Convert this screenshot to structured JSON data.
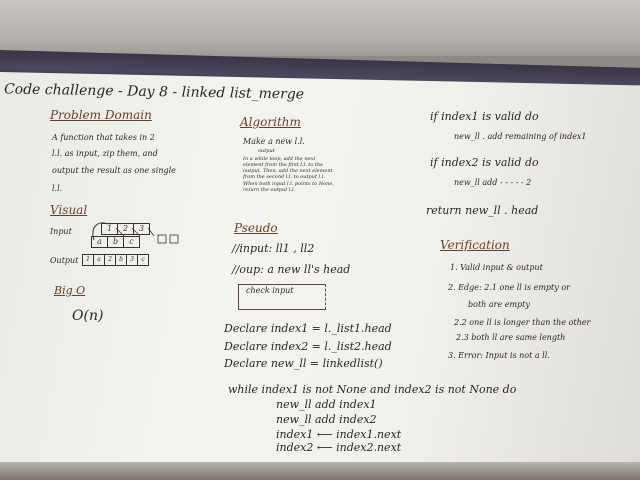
{
  "title": "Code challenge - Day 8 - linked list_merge",
  "problem_domain": {
    "heading": "Problem Domain",
    "lines": [
      "A function that takes in 2",
      "l.l. as input, zip them, and",
      "output the result as one single",
      "l.l."
    ]
  },
  "visual": {
    "heading": "Visual",
    "input_label": "Input",
    "list_one": [
      "1",
      "2",
      "3"
    ],
    "list_two": [
      "a",
      "b",
      "c"
    ],
    "output_label": "Output",
    "output_list": [
      "1",
      "a",
      "2",
      "b",
      "3",
      "c"
    ]
  },
  "big_o": {
    "heading": "Big O",
    "value": "O(n)"
  },
  "algorithm": {
    "heading": "Algorithm",
    "lines": [
      "Make a new l.l.",
      "output",
      "In a while loop, add the next",
      "element from the first l.l. to the",
      "output. Then, add the next element",
      "from the second l.l. to output l.l.",
      "When both input l.l. points to None,",
      "return the output l.l."
    ]
  },
  "pseudo": {
    "heading": "Pseudo",
    "input_line": "//input: ll1 , ll2",
    "output_line": "//oup: a new ll's head",
    "check_input": "check input",
    "declarations": [
      "Declare  index1 = l._list1.head",
      "Declare  index2 = l._list2.head",
      "Declare  new_ll = linkedlist()"
    ],
    "while_line": "while   index1 is not None and index2 is not None do",
    "loop_body": [
      "new_ll    add    index1",
      "new_ll    add    index2",
      "index1  ⟵ index1.next",
      "index2  ⟵ index2.next"
    ]
  },
  "tail": {
    "if_index1": "if   index1  is valid do",
    "index1_action": "new_ll . add remaining of index1",
    "if_index2": "if   index2  is  valid  do",
    "index2_action": "new_ll  add   -  -  -  -  -  2",
    "return_line": "return  new_ll . head"
  },
  "verification": {
    "heading": "Verification",
    "lines": [
      "1. Valid input & output",
      "2. Edge: 2.1 one ll is empty or",
      "both are empty",
      "2.2 one ll is longer than the other",
      "2.3 both ll are same length",
      "3. Error: Input is not a ll."
    ]
  }
}
